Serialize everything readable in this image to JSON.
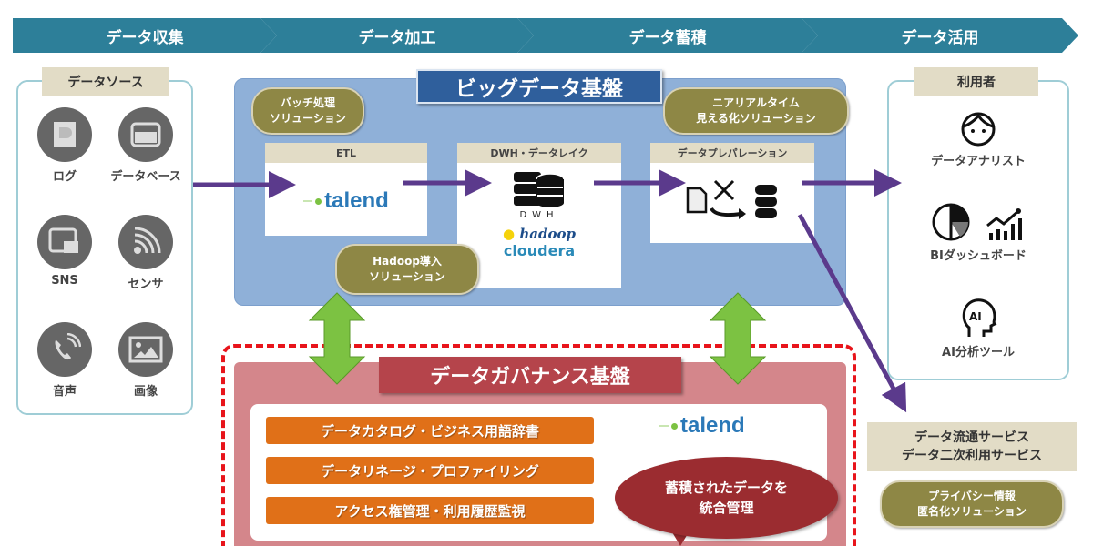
{
  "phases": [
    {
      "label": "データ収集"
    },
    {
      "label": "データ加工"
    },
    {
      "label": "データ蓄積"
    },
    {
      "label": "データ活用"
    }
  ],
  "data_sources": {
    "title": "データソース",
    "items": [
      {
        "label": "ログ",
        "icon": "log-icon"
      },
      {
        "label": "データベース",
        "icon": "database-icon"
      },
      {
        "label": "SNS",
        "icon": "sns-icon"
      },
      {
        "label": "センサ",
        "icon": "sensor-icon"
      },
      {
        "label": "音声",
        "icon": "voice-icon"
      },
      {
        "label": "画像",
        "icon": "image-icon"
      }
    ]
  },
  "bigdata": {
    "title": "ビッグデータ基盤",
    "batch_pill": {
      "line1": "バッチ処理",
      "line2": "ソリューション"
    },
    "realtime_pill": {
      "line1": "ニアリアルタイム",
      "line2": "見える化ソリューション"
    },
    "hadoop_pill": {
      "line1": "Hadoop導入",
      "line2": "ソリューション"
    },
    "etl": {
      "title": "ETL",
      "logo": "talend"
    },
    "dwh": {
      "title": "DWH・データレイク",
      "caption": "DWH",
      "logo1": "hadoop",
      "logo2": "cloudera"
    },
    "prep": {
      "title": "データプレパレーション"
    }
  },
  "users": {
    "title": "利用者",
    "items": [
      {
        "label": "データアナリスト",
        "icon": "analyst-face-icon"
      },
      {
        "label": "BIダッシュボード",
        "icon": "bi-chart-icon"
      },
      {
        "label": "AI分析ツール",
        "icon": "ai-head-icon"
      }
    ]
  },
  "services": {
    "line1": "データ流通サービス",
    "line2": "データ二次利用サービス"
  },
  "privacy_pill": {
    "line1": "プライバシー情報",
    "line2": "匿名化ソリューション"
  },
  "governance": {
    "title": "データガバナンス基盤",
    "items": [
      {
        "label": "データカタログ・ビジネス用語辞書"
      },
      {
        "label": "データリネージ・プロファイリング"
      },
      {
        "label": "アクセス権管理・利用履歴監視"
      }
    ],
    "logo": "talend",
    "bubble": {
      "line1": "蓄積されたデータを",
      "line2": "統合管理"
    }
  },
  "colors": {
    "phase": "#2d7f99",
    "bigdata_bg": "#8fb0d8",
    "bigdata_title": "#2f5f9c",
    "pill": "#8e8745",
    "arrow": "#5b3a8c",
    "green_arrow": "#7cc242",
    "governance_bg": "#d4868b",
    "governance_title": "#b5444b",
    "orange": "#e07018",
    "bubble": "#9b2c30",
    "dashed": "#e8141b"
  }
}
